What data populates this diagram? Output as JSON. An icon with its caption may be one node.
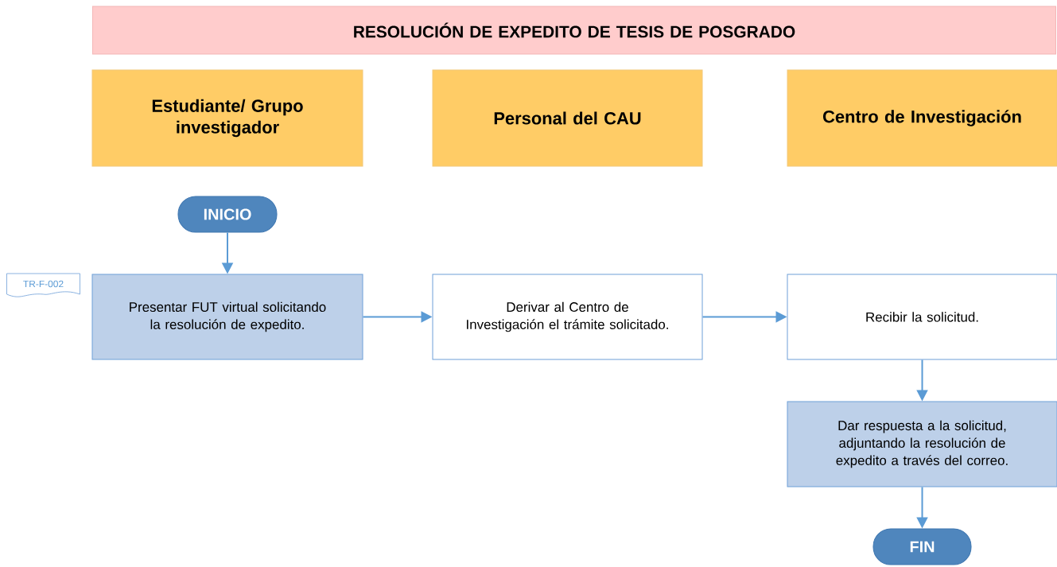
{
  "diagram": {
    "nodes": [
      {
        "text": [
          "RESOLUCIÓN DE EXPEDITO DE TESIS DE POSGRADO"
        ]
      },
      {
        "text": [
          "Estudiante/ Grupo investigador"
        ]
      },
      {
        "text": [
          "Personal del CAU"
        ]
      },
      {
        "text": [
          "Centro de Investigación"
        ]
      },
      {
        "text": [
          "INICIO"
        ]
      },
      {
        "text": [
          "TR-F-002"
        ]
      },
      {
        "text": [
          "Presentar FUT virtual solicitando la resolución de expedito."
        ]
      },
      {
        "text": [
          "Derivar al Centro de Investigación el trámite solicitado."
        ]
      },
      {
        "text": [
          "Recibir la solicitud."
        ]
      },
      {
        "text": [
          "Dar respuesta a la solicitud, adjuntando la resolución de expedito a través del correo."
        ]
      },
      {
        "text": [
          "FIN"
        ]
      }
    ],
    "edges": [
      {
        "from": 4,
        "to": 6,
        "arrow": "to"
      },
      {
        "from": 6,
        "to": 7,
        "arrow": "to"
      },
      {
        "from": 7,
        "to": 8,
        "arrow": "to"
      },
      {
        "from": 8,
        "to": 9,
        "arrow": "to"
      },
      {
        "from": 9,
        "to": 10,
        "arrow": "to"
      }
    ]
  }
}
